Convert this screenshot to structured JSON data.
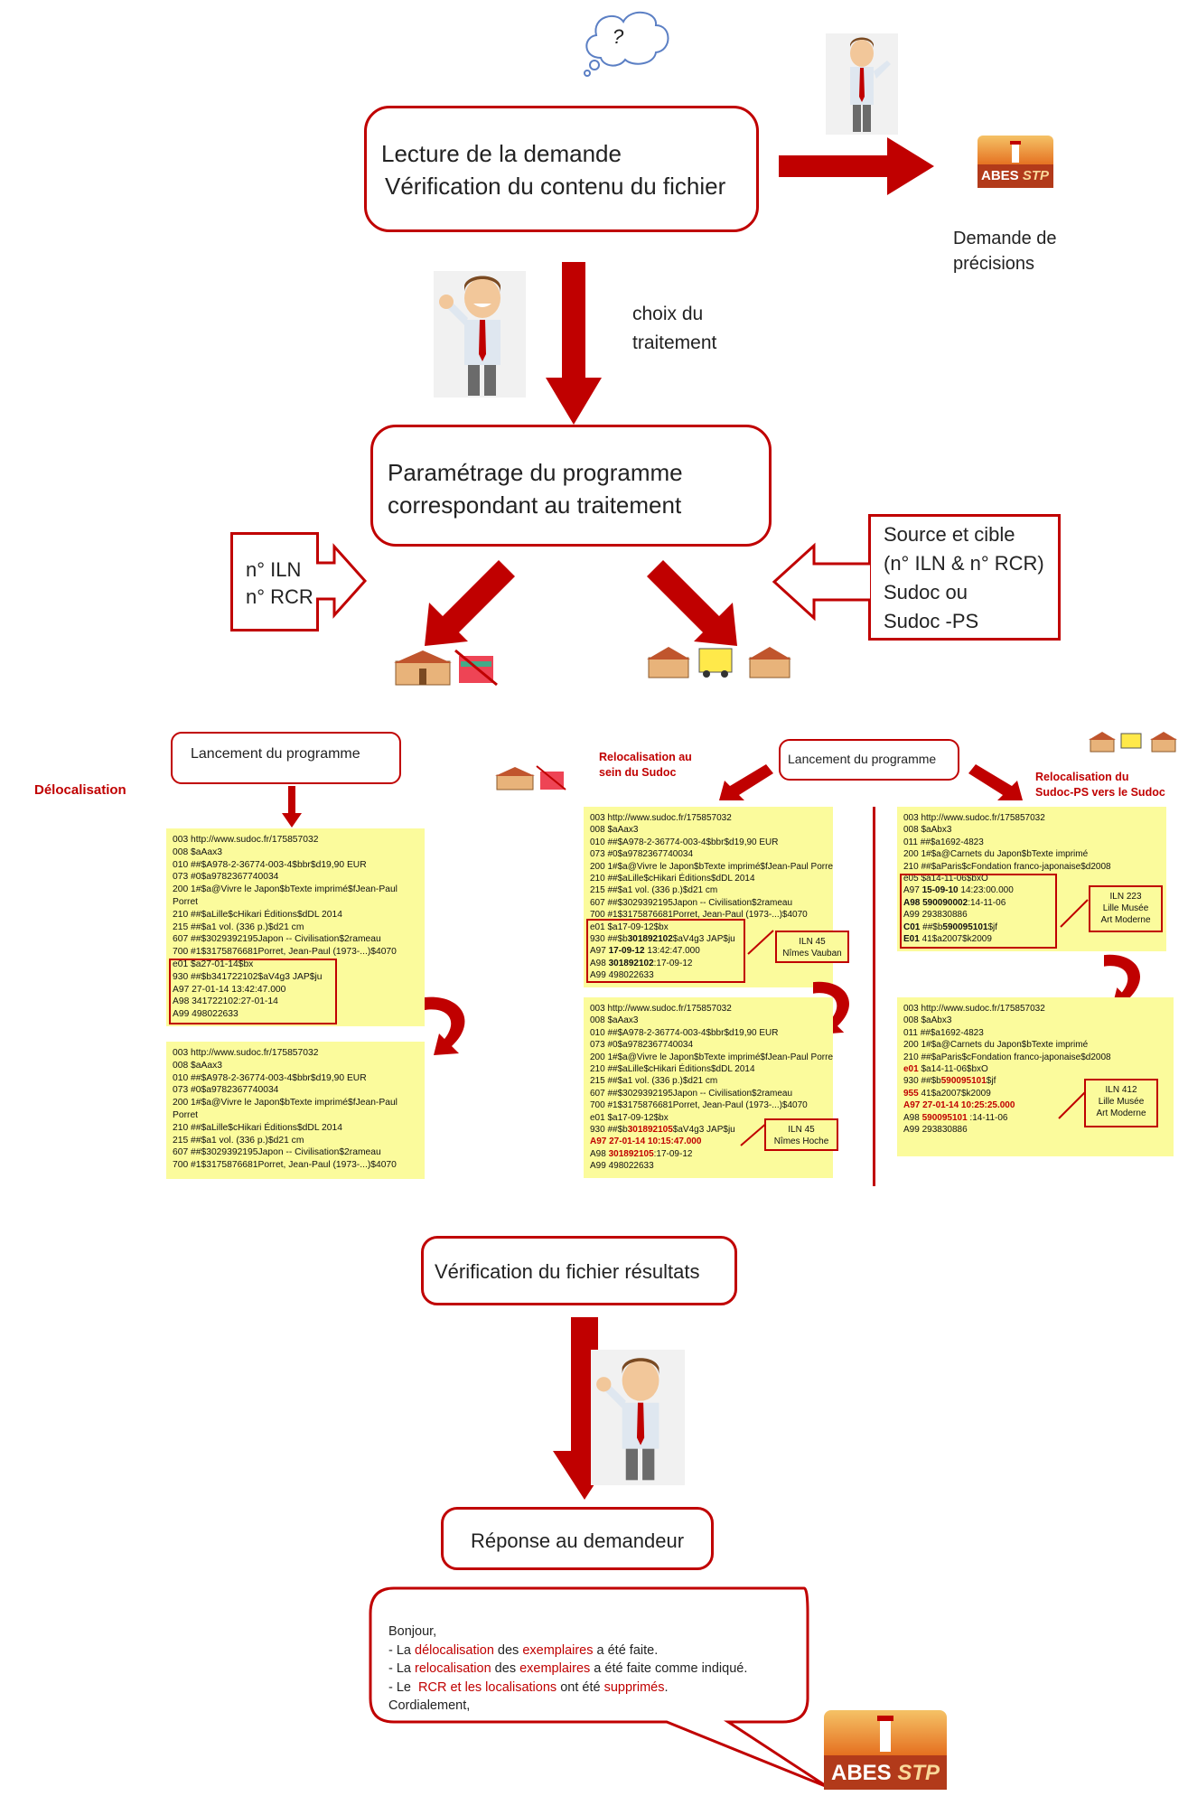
{
  "thought_bubble": "?",
  "step1": {
    "line1": "Lecture de la demande",
    "line2": "Vérification du contenu du fichier"
  },
  "demande_precisions": {
    "line1": "Demande de",
    "line2": "précisions"
  },
  "choix": {
    "line1": "choix du",
    "line2": "traitement"
  },
  "step2": {
    "line1": "Paramétrage du programme",
    "line2": "correspondant au traitement"
  },
  "left_input": {
    "line1": "n° ILN",
    "line2": "n° RCR"
  },
  "right_input": {
    "line1": "Source et cible",
    "line2": "(n° ILN & n° RCR)",
    "line3": "Sudoc ou",
    "line4": "Sudoc -PS"
  },
  "logo": {
    "left": "ABES",
    "right": "STP"
  },
  "delocalisation": {
    "label": "Délocalisation",
    "launch": "Lancement du programme",
    "before": [
      "003 http://www.sudoc.fr/175857032",
      "008 $aAax3",
      "010 ##$A978-2-36774-003-4$bbr$d19,90 EUR",
      "073 #0$a9782367740034",
      "200 1#$a@Vivre le Japon$bTexte imprimé$fJean-Paul",
      "Porret",
      "210 ##$aLille$cHikari Éditions$dDL 2014",
      "215 ##$a1 vol. (336 p.)$d21 cm",
      "607 ##$3029392195Japon -- Civilisation$2rameau",
      "700 #1$3175876681Porret, Jean-Paul (1973-...)$4070",
      "e01 $a27-01-14$bx",
      "930 ##$b341722102$aV4g3 JAP$ju",
      "A97 27-01-14 13:42:47.000",
      "A98 341722102:27-01-14",
      "A99 498022633"
    ],
    "after": [
      "003 http://www.sudoc.fr/175857032",
      "008 $aAax3",
      "010 ##$A978-2-36774-003-4$bbr$d19,90 EUR",
      "073 #0$a9782367740034",
      "200 1#$a@Vivre le Japon$bTexte imprimé$fJean-Paul",
      "Porret",
      "210 ##$aLille$cHikari Éditions$dDL 2014",
      "215 ##$a1 vol. (336 p.)$d21 cm",
      "607 ##$3029392195Japon -- Civilisation$2rameau",
      "700 #1$3175876681Porret, Jean-Paul (1973-...)$4070"
    ]
  },
  "relocalisation_sudoc": {
    "label1": "Relocalisation au",
    "label2": "sein du Sudoc",
    "launch": "Lancement du programme",
    "common": [
      "003 http://www.sudoc.fr/175857032",
      "008 $aAax3",
      "010 ##$A978-2-36774-003-4$bbr$d19,90 EUR",
      "073 #0$a9782367740034",
      "200 1#$a@Vivre le Japon$bTexte imprimé$fJean-Paul Porret",
      "210 ##$aLille$cHikari Éditions$dDL 2014",
      "215 ##$a1 vol. (336 p.)$d21 cm",
      "607 ##$3029392195Japon -- Civilisation$2rameau",
      "700 #1$3175876681Porret, Jean-Paul (1973-...)$4070"
    ],
    "before": {
      "e01": "e01 $a17-09-12$bx",
      "l930a": "930 ##$b",
      "l930b": "301892102",
      "l930c": "$aV4g3 JAP$ju",
      "a97a": "A97 ",
      "a97b": "17-09-12",
      "a97c": " 13:42:47.000",
      "a98a": "A98 ",
      "a98b": "301892102",
      "a98c": ":17-09-12",
      "a99": "A99 498022633"
    },
    "before_tag": {
      "line1": "ILN 45",
      "line2": "Nîmes Vauban"
    },
    "after": {
      "e01": "e01 $a17-09-12$bx",
      "l930a": "930 ##$b",
      "l930b": "301892105",
      "l930c": "$aV4g3 JAP$ju",
      "a97": "A97 27-01-14 10:15:47.000",
      "a98a": "A98 ",
      "a98b": "301892105",
      "a98c": ":17-09-12",
      "a99": "A99 498022633"
    },
    "after_tag": {
      "line1": "ILN 45",
      "line2": "Nîmes Hoche"
    }
  },
  "relocalisation_ps": {
    "label1": "Relocalisation du",
    "label2": "Sudoc-PS vers le Sudoc",
    "before": {
      "head": [
        "003 http://www.sudoc.fr/175857032",
        "008 $aAbx3",
        "011 ##$a1692-4823",
        "200 1#$a@Carnets du Japon$bTexte imprimé",
        "210 ##$aParis$cFondation franco-japonaise$d2008"
      ],
      "e05": "e05 $a14-11-06$bxO",
      "a97a": "A97 ",
      "a97b": "15-09-10",
      "a97c": " 14:23:00.000",
      "a98a": "A98 590090002",
      "a98b": ":14-11-06",
      "a99": "A99 293830886",
      "c01a": "C01",
      "c01b": " ##$b",
      "c01c": "590095101",
      "c01d": "$jf",
      "e01a": "E01",
      "e01b": " 41$a2007$k2009"
    },
    "before_tag": {
      "line1": "ILN 223",
      "line2": "Lille Musée",
      "line3": "Art Moderne"
    },
    "after": {
      "head": [
        "003 http://www.sudoc.fr/175857032",
        "008 $aAbx3",
        "011 ##$a1692-4823",
        "200 1#$a@Carnets du Japon$bTexte imprimé",
        "210 ##$aParis$cFondation franco-japonaise$d2008"
      ],
      "e01a": "e01",
      "e01b": " $a14-11-06$bxO",
      "l930a": "930 ##$b",
      "l930b": "590095101",
      "l930c": "$jf",
      "l955a": "955",
      "l955b": " 41$a2007$k2009",
      "a97": "A97 27-01-14 10:25:25.000",
      "a98a": "A98 ",
      "a98b": "590095101",
      "a98c": " :14-11-06",
      "a99": "A99 293830886"
    },
    "after_tag": {
      "line1": "ILN 412",
      "line2": "Lille Musée",
      "line3": "Art Moderne"
    }
  },
  "step3": "Vérification du fichier résultats",
  "step4": "Réponse au demandeur",
  "reply": {
    "l1": "Bonjour,",
    "l2a": "- La ",
    "l2b": "délocalisation",
    "l2c": " des ",
    "l2d": "exemplaires",
    "l2e": " a été faite.",
    "l3a": "- La ",
    "l3b": "relocalisation",
    "l3c": " des ",
    "l3d": "exemplaires",
    "l3e": " a été faite comme indiqué.",
    "l4a": "- Le  ",
    "l4b": "RCR et les localisations",
    "l4c": " ont été ",
    "l4d": "supprimés",
    "l4e": ".",
    "l5": "Cordialement,"
  },
  "colors": {
    "accent": "#c00000",
    "record_bg": "#fbfb9c"
  }
}
